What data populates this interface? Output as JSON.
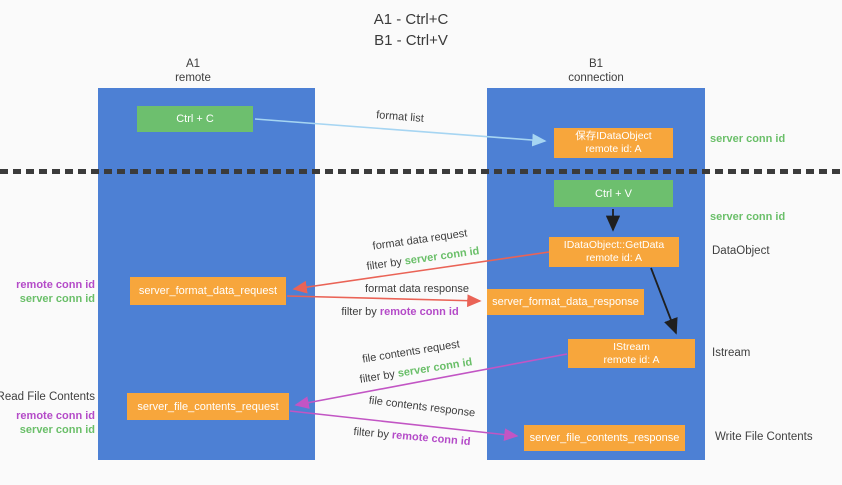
{
  "title": {
    "line1": "A1 - Ctrl+C",
    "line2": "B1 - Ctrl+V"
  },
  "lanes": {
    "a": {
      "name": "A1",
      "role": "remote"
    },
    "b": {
      "name": "B1",
      "role": "connection"
    }
  },
  "nodes": {
    "ctrl_c": {
      "label": "Ctrl + C"
    },
    "save_idataobject": {
      "line1": "保存IDataObject",
      "line2": "remote id: A"
    },
    "ctrl_v": {
      "label": "Ctrl + V"
    },
    "getdata": {
      "line1": "IDataObject::GetData",
      "line2": "remote id: A"
    },
    "istream": {
      "line1": "IStream",
      "line2": "remote id: A"
    },
    "format_request": {
      "label": "server_format_data_request"
    },
    "format_response": {
      "label": "server_format_data_response"
    },
    "file_request": {
      "label": "server_file_contents_request"
    },
    "file_response": {
      "label": "server_file_contents_response"
    }
  },
  "arrow_labels": {
    "format_list": "format list",
    "format_data_request": "format data request",
    "format_data_response": "format data response",
    "file_contents_request": "file contents request",
    "file_contents_response": "file contents response",
    "filter_by": "filter by ",
    "server_conn_id": "server conn id",
    "remote_conn_id": "remote conn id"
  },
  "side_labels": {
    "server_conn_id": "server conn id",
    "remote_conn_id": "remote conn id",
    "dataobject": "DataObject",
    "istream": "Istream",
    "read_file_contents": "Read File Contents",
    "write_file_contents": "Write File Contents"
  },
  "colors": {
    "lane_blue": "#4d80d4",
    "node_green": "#6dbf6e",
    "node_orange": "#f7a63c",
    "arrow_red": "#ea6356",
    "arrow_magenta": "#c255c4",
    "arrow_light_blue": "#a6d5f2",
    "arrow_black": "#1f1f1f",
    "text_green": "#6abf69",
    "text_purple": "#b44bc8",
    "text_dark": "#3d3d3d",
    "background": "#fafafa"
  }
}
